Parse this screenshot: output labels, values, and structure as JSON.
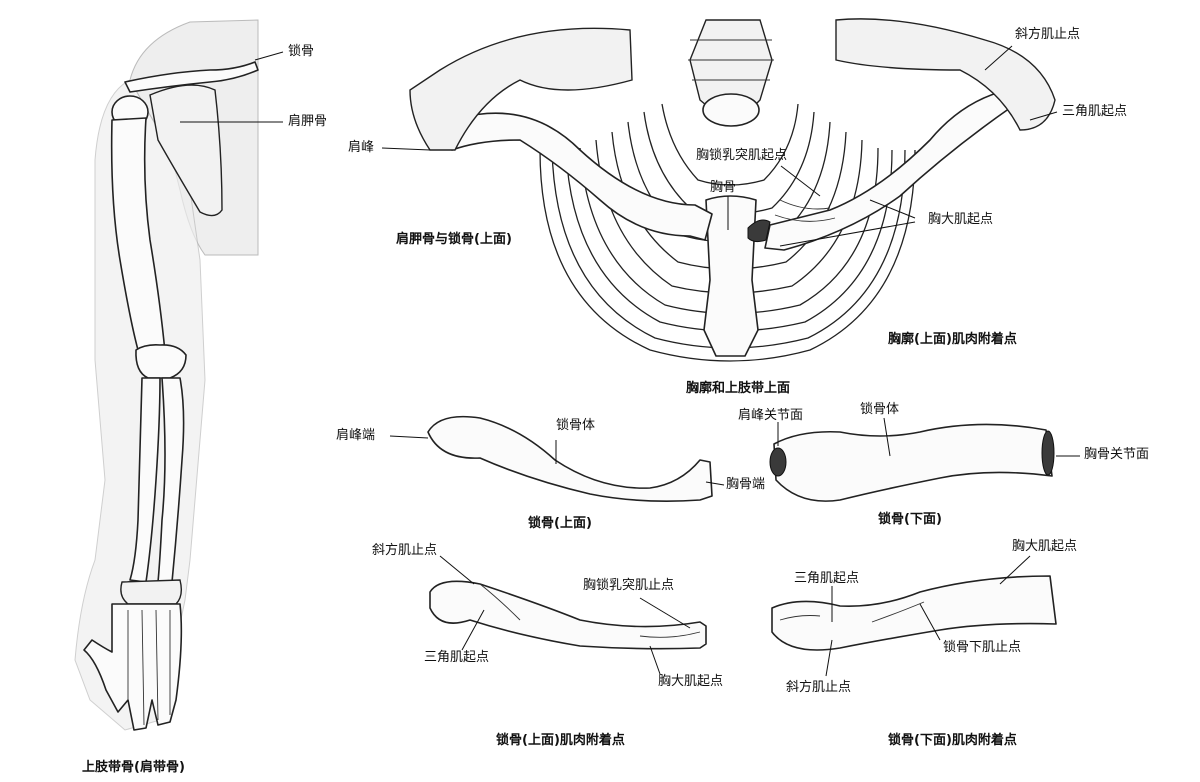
{
  "labels": {
    "clavicle": "锁骨",
    "scapula": "肩胛骨",
    "acromion": "肩峰",
    "trapezius_insertion_top": "斜方肌止点",
    "deltoid_origin_top": "三角肌起点",
    "scm_origin": "胸锁乳突肌起点",
    "sternum": "胸骨",
    "pectoralis_origin_top": "胸大肌起点",
    "acromial_end": "肩峰端",
    "clavicle_body_1": "锁骨体",
    "sternal_end": "胸骨端",
    "acromial_articular_surface": "肩峰关节面",
    "clavicle_body_2": "锁骨体",
    "sternal_articular_surface": "胸骨关节面",
    "trapezius_insertion_1": "斜方肌止点",
    "scm_insertion": "胸锁乳突肌止点",
    "deltoid_origin_1": "三角肌起点",
    "pectoralis_origin_1": "胸大肌起点",
    "pectoralis_origin_2": "胸大肌起点",
    "deltoid_origin_2": "三角肌起点",
    "subclavius_insertion": "锁骨下肌止点",
    "trapezius_insertion_2": "斜方肌止点"
  },
  "captions": {
    "upper_limb": "上肢带骨(肩带骨)",
    "scapula_clavicle_top": "肩胛骨与锁骨(上面)",
    "thorax_attachments": "胸廓(上面)肌肉附着点",
    "thorax_girdle_top": "胸廓和上肢带上面",
    "clavicle_top": "锁骨(上面)",
    "clavicle_bottom": "锁骨(下面)",
    "clavicle_top_attachments": "锁骨(上面)肌肉附着点",
    "clavicle_bottom_attachments": "锁骨(下面)肌肉附着点"
  }
}
